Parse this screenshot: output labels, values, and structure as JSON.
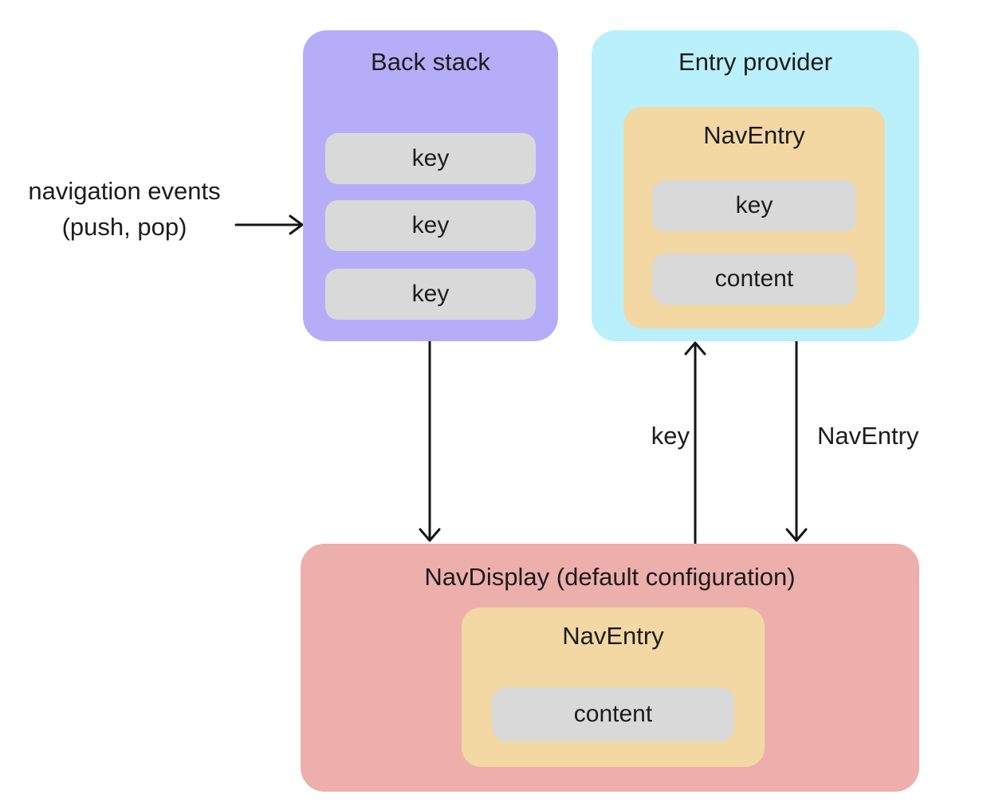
{
  "labels": {
    "nav_events_line1": "navigation events",
    "nav_events_line2": "(push, pop)",
    "key_arrow_label": "key",
    "naventry_arrow_label": "NavEntry"
  },
  "back_stack": {
    "title": "Back stack",
    "items": [
      "key",
      "key",
      "key"
    ]
  },
  "entry_provider": {
    "title": "Entry provider",
    "nav_entry": {
      "title": "NavEntry",
      "items": {
        "key": "key",
        "content": "content"
      }
    }
  },
  "nav_display": {
    "title": "NavDisplay (default configuration)",
    "nav_entry": {
      "title": "NavEntry",
      "items": {
        "content": "content"
      }
    }
  },
  "colors": {
    "back_stack_bg": "#b6adf9",
    "entry_provider_bg": "#baf0fb",
    "nav_entry_bg": "#f3d8a4",
    "nav_display_bg": "#edafac",
    "chip_bg": "#d9d9d9",
    "text": "#1c1c1c",
    "arrow": "#151515",
    "background": "#ffffff"
  }
}
